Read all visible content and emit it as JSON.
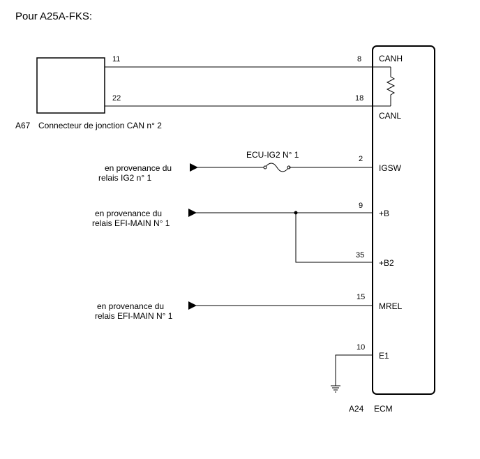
{
  "title": "Pour A25A-FKS:",
  "connector": {
    "code": "A67",
    "name": "Connecteur de jonction CAN n° 2",
    "pin_top": "11",
    "pin_bottom": "22"
  },
  "ecm": {
    "code": "A24",
    "name": "ECM"
  },
  "fuse": "ECU-IG2 N° 1",
  "terminals": [
    {
      "pin": "8",
      "name": "CANH"
    },
    {
      "pin": "18",
      "name": "CANL"
    },
    {
      "pin": "2",
      "name": "IGSW"
    },
    {
      "pin": "9",
      "name": "+B"
    },
    {
      "pin": "35",
      "name": "+B2"
    },
    {
      "pin": "15",
      "name": "MREL"
    },
    {
      "pin": "10",
      "name": "E1"
    }
  ],
  "sources": [
    {
      "line1": "en provenance du",
      "line2": "relais IG2 n° 1"
    },
    {
      "line1": "en provenance du",
      "line2": "relais EFI-MAIN N° 1"
    },
    {
      "line1": "en provenance du",
      "line2": "relais EFI-MAIN N° 1"
    }
  ]
}
